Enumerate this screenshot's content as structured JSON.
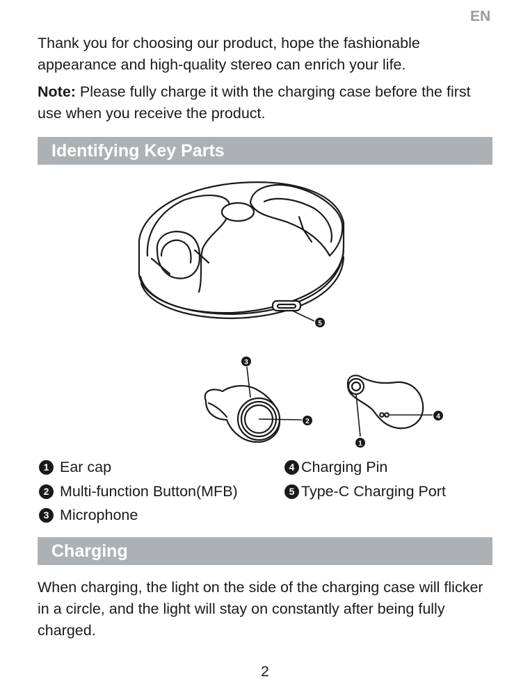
{
  "header": {
    "language": "EN"
  },
  "intro": {
    "text": "Thank you for choosing our product, hope the fashionable appearance and high-quality stereo can enrich your life."
  },
  "note": {
    "label": "Note:",
    "text": " Please fully charge it with the charging case before the first use when you receive the product."
  },
  "sections": {
    "key_parts": {
      "title": "Identifying Key Parts"
    },
    "charging": {
      "title": "Charging",
      "text": "When charging, the light on the side of the charging case will flicker in a circle, and the light will stay on constantly after being fully charged."
    }
  },
  "figure_callouts": [
    "1",
    "2",
    "3",
    "4",
    "5"
  ],
  "legend": [
    {
      "number": "1",
      "label": "Ear cap"
    },
    {
      "number": "2",
      "label": "Multi-function Button(MFB)"
    },
    {
      "number": "3",
      "label": "Microphone"
    },
    {
      "number": "4",
      "label": "Charging Pin"
    },
    {
      "number": "5",
      "label": "Type-C Charging Port"
    }
  ],
  "footer": {
    "page_number": "2"
  }
}
